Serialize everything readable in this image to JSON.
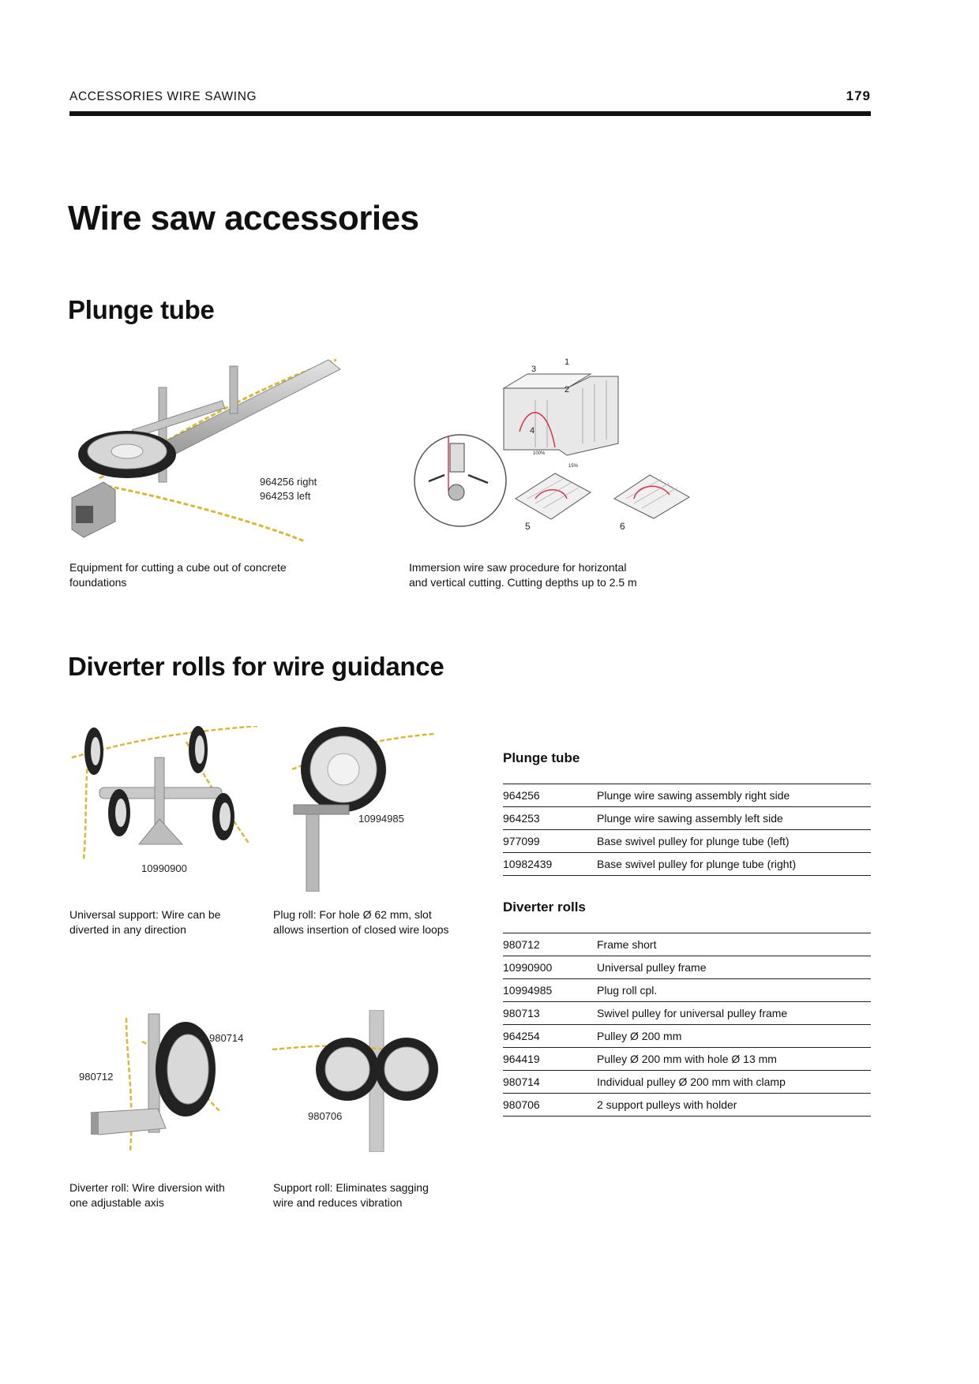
{
  "header": {
    "section_label": "ACCESSORIES WIRE SAWING",
    "page_number": "179"
  },
  "title": "Wire saw accessories",
  "plunge_section": {
    "heading": "Plunge tube",
    "figure1": {
      "labels": [
        "964256  right",
        "964253  left"
      ],
      "caption": [
        "Equipment for cutting a cube out of concrete",
        "foundations"
      ]
    },
    "figure2": {
      "step_labels": [
        "1",
        "2",
        "3",
        "4",
        "5",
        "6"
      ],
      "dim_labels": [
        "100%",
        "15%"
      ],
      "caption": [
        "Immersion wire saw procedure for horizontal",
        "and vertical cutting. Cutting depths up to 2.5 m"
      ]
    }
  },
  "diverter_section": {
    "heading": "Diverter rolls for wire guidance",
    "figures": [
      {
        "label": "10990900",
        "caption": [
          "Universal support: Wire can be",
          "diverted in any direction"
        ]
      },
      {
        "label": "10994985",
        "caption": [
          "Plug roll: For hole Ø 62 mm, slot",
          "allows insertion of closed wire loops"
        ]
      },
      {
        "labels": [
          "980714",
          "980712"
        ],
        "caption": [
          "Diverter roll: Wire diversion with",
          "one adjustable axis"
        ]
      },
      {
        "label": "980706",
        "caption": [
          "Support roll: Eliminates sagging",
          "wire and reduces vibration"
        ]
      }
    ]
  },
  "tables": {
    "plunge_tube": {
      "title": "Plunge tube",
      "rows": [
        {
          "code": "964256",
          "desc": "Plunge wire sawing assembly right side"
        },
        {
          "code": "964253",
          "desc": "Plunge wire sawing assembly left side"
        },
        {
          "code": "977099",
          "desc": "Base swivel pulley for plunge tube (left)"
        },
        {
          "code": "10982439",
          "desc": "Base swivel pulley for plunge tube (right)"
        }
      ]
    },
    "diverter_rolls": {
      "title": "Diverter rolls",
      "rows": [
        {
          "code": "980712",
          "desc": "Frame short"
        },
        {
          "code": "10990900",
          "desc": "Universal pulley frame"
        },
        {
          "code": "10994985",
          "desc": "Plug roll cpl."
        },
        {
          "code": "980713",
          "desc": "Swivel pulley for universal pulley frame"
        },
        {
          "code": "964254",
          "desc": "Pulley Ø 200 mm"
        },
        {
          "code": "964419",
          "desc": "Pulley Ø 200 mm with hole Ø 13 mm"
        },
        {
          "code": "980714",
          "desc": "Individual pulley Ø 200 mm with clamp"
        },
        {
          "code": "980706",
          "desc": "2 support pulleys with holder"
        }
      ]
    }
  },
  "colors": {
    "text": "#111111",
    "rule": "#111111",
    "wire": "#d9b93a",
    "cut_line": "#d8344c"
  }
}
